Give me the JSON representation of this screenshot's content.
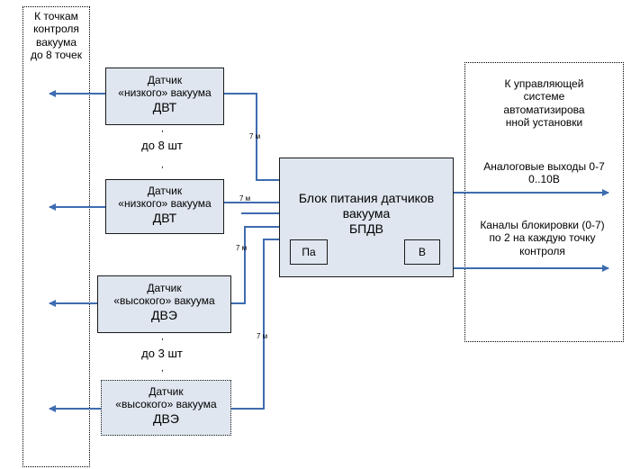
{
  "left_panel": {
    "label": "К точкам контроля вакуума до 8 точек",
    "lines": [
      "К точкам",
      "контроля",
      "вакуума",
      "до 8 точек"
    ]
  },
  "right_panel": {
    "lines": [
      "К управляющей",
      "системе",
      "автоматизирова",
      "нной установки"
    ],
    "analog": [
      "Аналоговые выходы 0-7",
      "0..10В"
    ],
    "lock": [
      "Каналы блокировки (0-7)",
      "по 2 на каждую точку",
      "контроля"
    ]
  },
  "sensors": [
    {
      "lines": [
        "Датчик",
        "«низкого» вакуума",
        "ДВТ"
      ]
    },
    {
      "lines": [
        "Датчик",
        "«низкого» вакуума",
        "ДВТ"
      ]
    },
    {
      "lines": [
        "Датчик",
        "«высокого» вакуума",
        "ДВЭ"
      ]
    },
    {
      "lines": [
        "Датчик",
        "«высокого» вакуума",
        "ДВЭ"
      ]
    }
  ],
  "counts": {
    "low": "до 8 шт",
    "high": "до 3 шт"
  },
  "cable_label": "7 м",
  "power_unit": {
    "lines": [
      "Блок питания датчиков",
      "вакуума",
      "БПДВ"
    ],
    "port_left": "Па",
    "port_right": "В"
  },
  "colors": {
    "wire": "#3e6cb0",
    "block_fill": "#dfe6ef"
  }
}
